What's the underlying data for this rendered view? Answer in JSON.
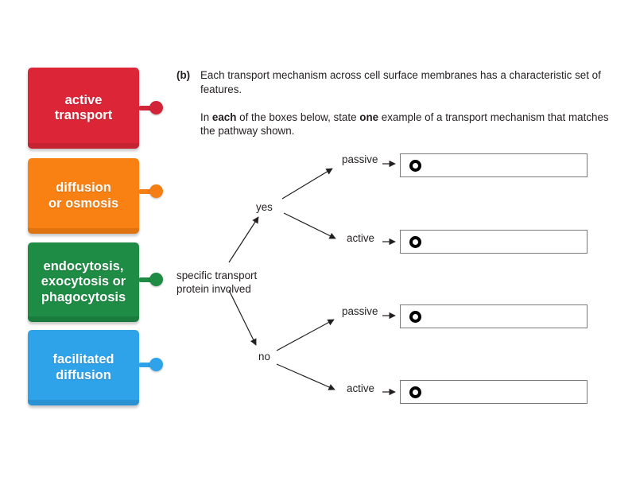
{
  "activity": {
    "title": "Transport mechanism matching activity",
    "background_color": "#ffffff"
  },
  "cards": [
    {
      "label": "active\ntransport",
      "color": "#dc2638",
      "name": "card-active-transport"
    },
    {
      "label": "diffusion\nor osmosis",
      "color": "#f98012",
      "name": "card-diffusion-or-osmosis"
    },
    {
      "label": "endocytosis,\nexocytosis or\nphagocytosis",
      "color": "#1e8c44",
      "name": "card-endocytosis"
    },
    {
      "label": "facilitated\ndiffusion",
      "color": "#2fa3ea",
      "name": "card-facilitated-diffusion"
    }
  ],
  "question": {
    "marker": "(b)",
    "para1_pre": "Each transport mechanism across cell surface membranes has a characteristic set of features.",
    "para2_a": "In ",
    "para2_b": "each",
    "para2_c": " of the boxes below, state ",
    "para2_d": "one",
    "para2_e": " example of a transport mechanism that matches the pathway shown."
  },
  "tree": {
    "root_label": "specific transport\nprotein involved",
    "branch_yes": "yes",
    "branch_no": "no",
    "leaf_yes_passive": "passive",
    "leaf_yes_active": "active",
    "leaf_no_passive": "passive",
    "leaf_no_active": "active"
  },
  "dropboxes": [
    {
      "value": "",
      "name": "dropbox-yes-passive"
    },
    {
      "value": "",
      "name": "dropbox-yes-active"
    },
    {
      "value": "",
      "name": "dropbox-no-passive"
    },
    {
      "value": "",
      "name": "dropbox-no-active"
    }
  ]
}
